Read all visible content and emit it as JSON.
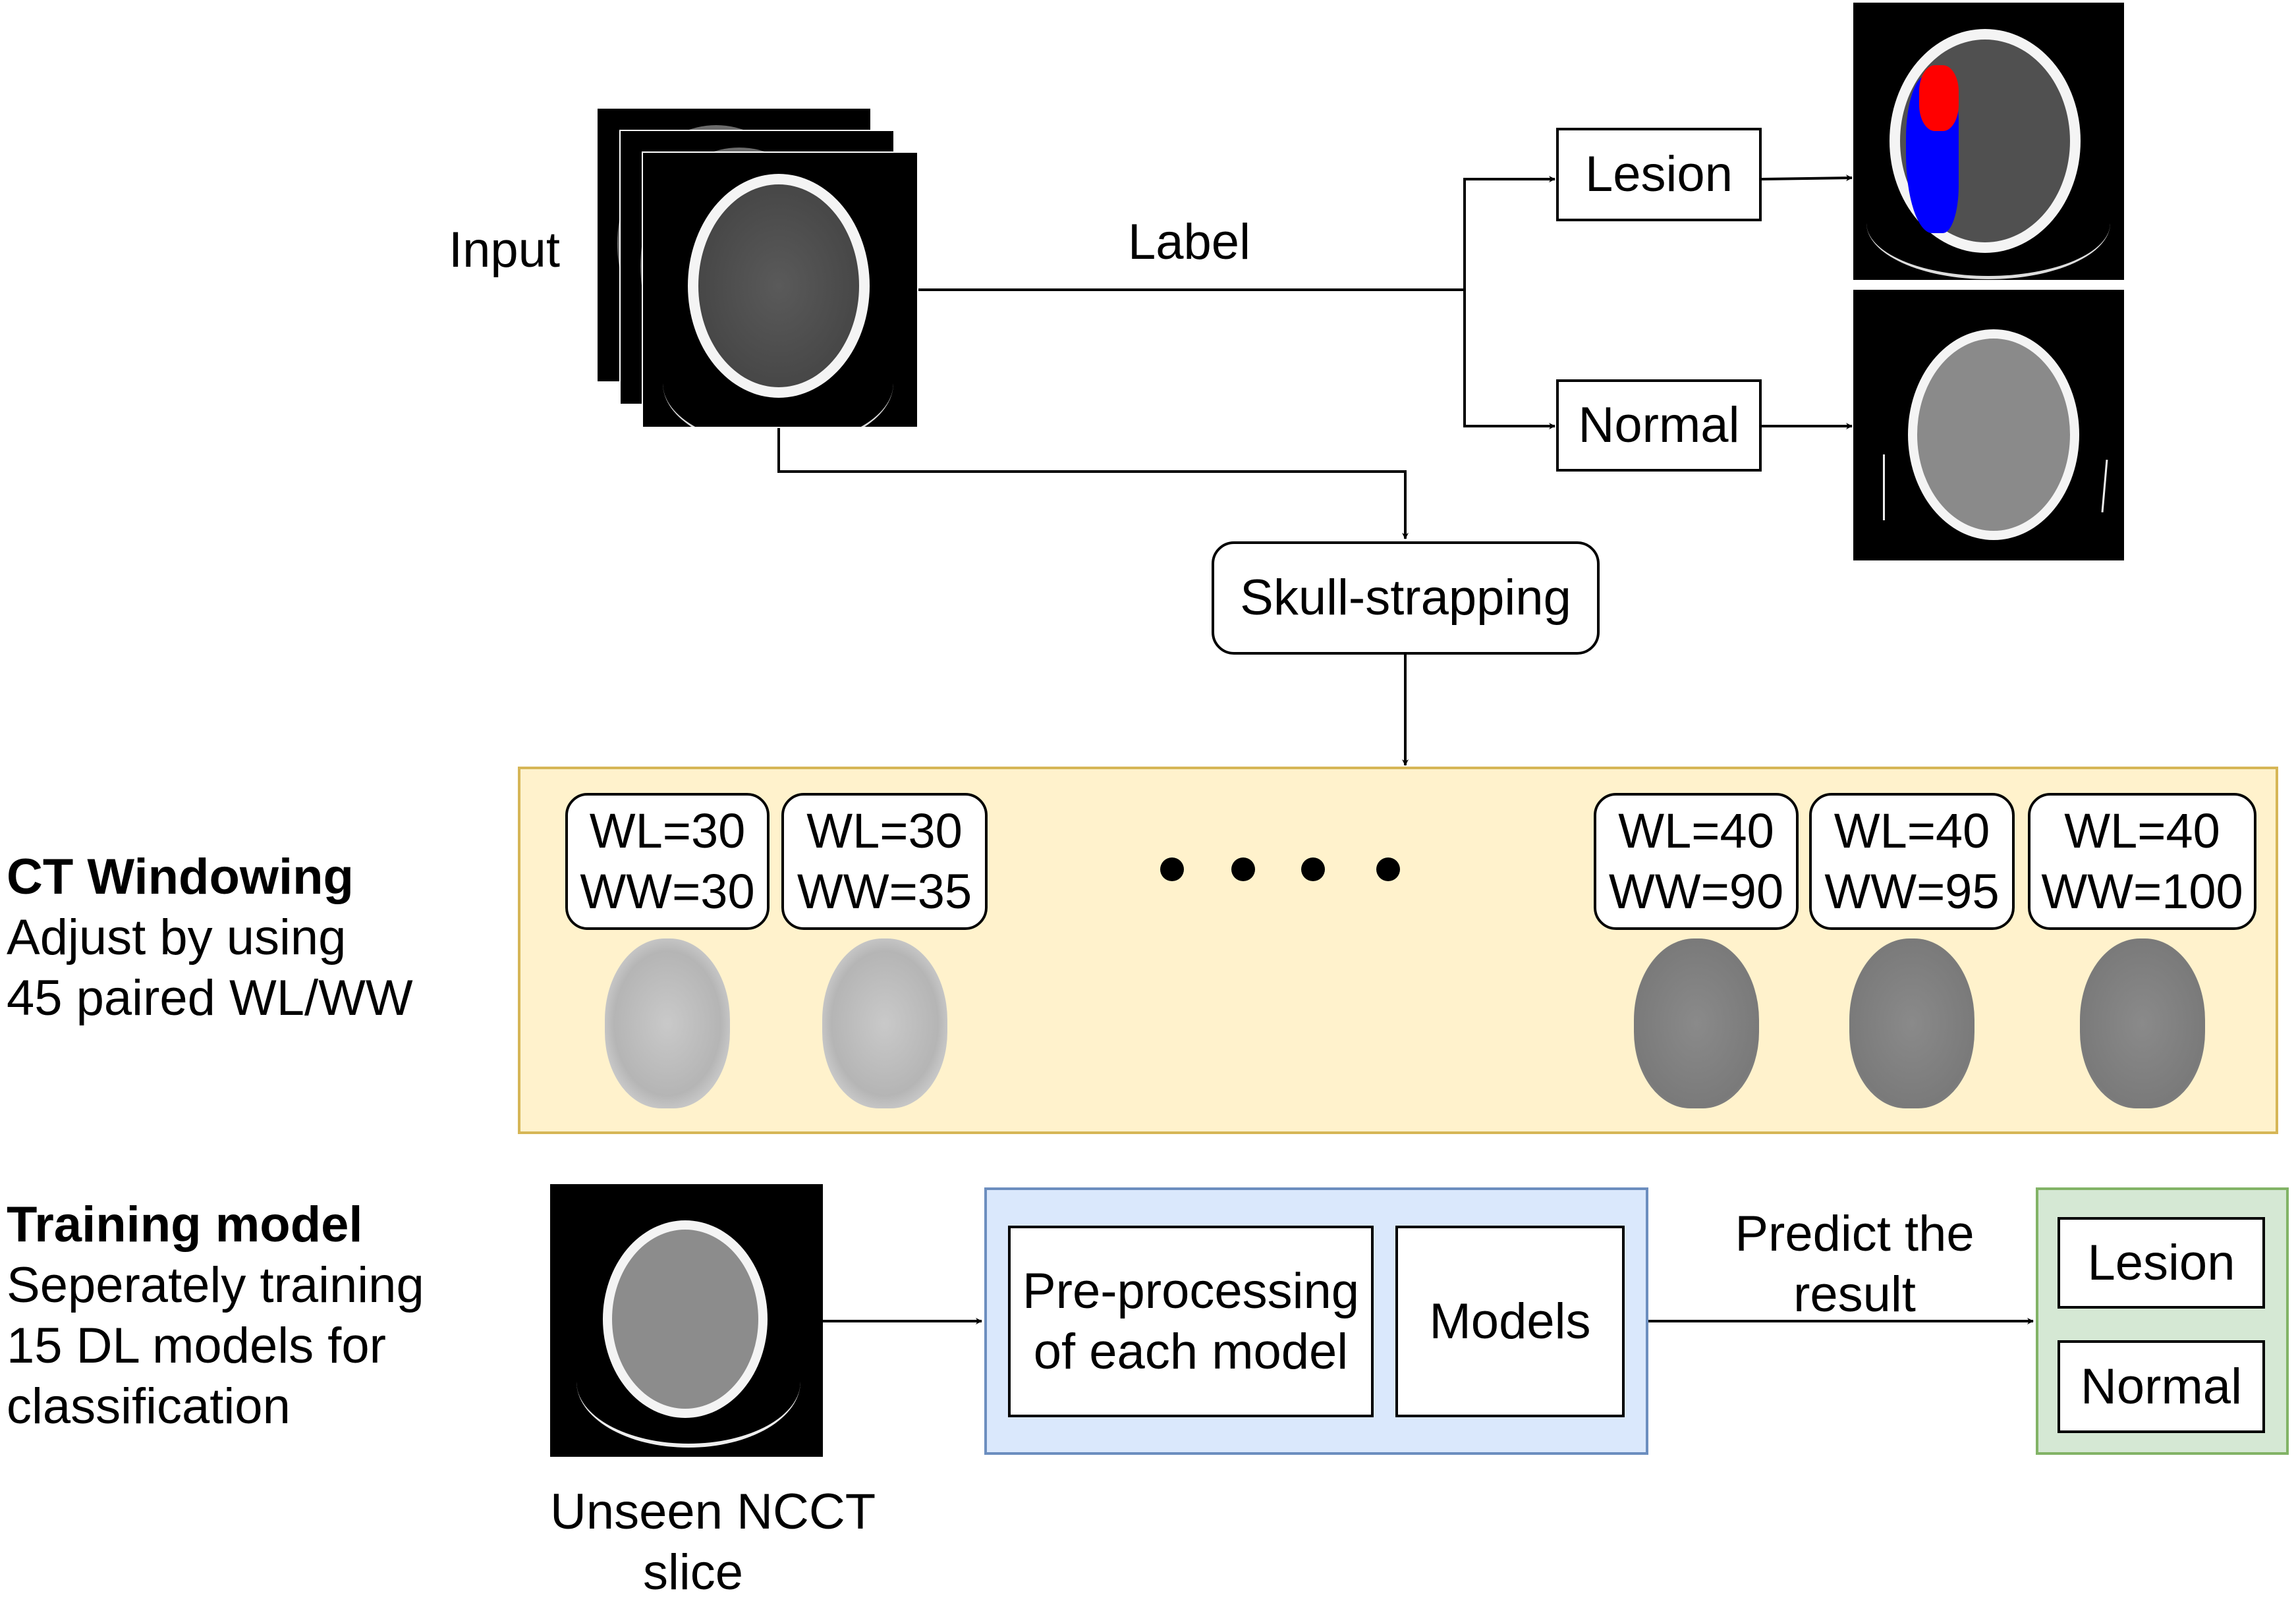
{
  "top": {
    "input_label": "Input",
    "label_text": "Label",
    "class_lesion": "Lesion",
    "class_normal": "Normal",
    "skull_step": "Skull-strapping"
  },
  "windowing": {
    "title": "CT Windowing",
    "desc_lines": [
      "Adjust by using",
      "45 paired WL/WW"
    ],
    "pairs": [
      {
        "wl": "WL=30",
        "ww": "WW=30",
        "brightness": "high"
      },
      {
        "wl": "WL=30",
        "ww": "WW=35",
        "brightness": "high"
      },
      {
        "wl": "WL=40",
        "ww": "WW=90",
        "brightness": "mid"
      },
      {
        "wl": "WL=40",
        "ww": "WW=95",
        "brightness": "mid"
      },
      {
        "wl": "WL=40",
        "ww": "WW=100",
        "brightness": "mid"
      }
    ],
    "ellipsis_dots": 4
  },
  "training": {
    "title": "Training model",
    "desc_lines": [
      "Seperately training",
      "15 DL models for",
      "classification"
    ],
    "input_caption_lines": [
      "Unseen NCCT",
      "slice"
    ],
    "preprocessing_lines": [
      "Pre-processing",
      "of each model"
    ],
    "models_label": "Models",
    "predict_lines": [
      "Predict the",
      "result"
    ],
    "outputs": [
      "Lesion",
      "Normal"
    ]
  },
  "colors": {
    "windowing_fill": "#FFF2CC",
    "windowing_border": "#D6B656",
    "model_fill": "#DAE8FC",
    "model_border": "#6C8EBF",
    "output_fill": "#D5E8D4",
    "output_border": "#82B366",
    "lesion_core": "#FF0000",
    "lesion_penumbra": "#0000FF"
  }
}
